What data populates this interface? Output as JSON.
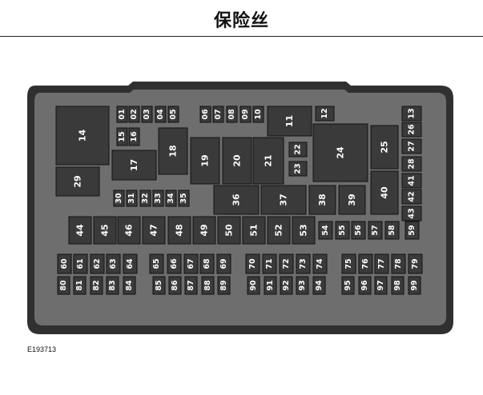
{
  "page": {
    "title": "保险丝",
    "figure_id": "E193713"
  },
  "colors": {
    "housing_outer": "#303030",
    "housing_panel": "#6e6e6e",
    "fuse_fill": "#3a3a3a",
    "fuse_stroke": "#111111",
    "label_text": "#ffffff"
  },
  "fuses": [
    {
      "id": "fuse-01",
      "label": "01",
      "size": "small"
    },
    {
      "id": "fuse-02",
      "label": "02",
      "size": "small"
    },
    {
      "id": "fuse-03",
      "label": "03",
      "size": "small"
    },
    {
      "id": "fuse-04",
      "label": "04",
      "size": "small"
    },
    {
      "id": "fuse-05",
      "label": "05",
      "size": "small"
    },
    {
      "id": "fuse-06",
      "label": "06",
      "size": "small"
    },
    {
      "id": "fuse-07",
      "label": "07",
      "size": "small"
    },
    {
      "id": "fuse-08",
      "label": "08",
      "size": "small"
    },
    {
      "id": "fuse-09",
      "label": "09",
      "size": "small"
    },
    {
      "id": "fuse-10",
      "label": "10",
      "size": "small"
    },
    {
      "id": "relay-11",
      "label": "11",
      "size": "relay"
    },
    {
      "id": "fuse-12",
      "label": "12",
      "size": "small"
    },
    {
      "id": "fuse-13",
      "label": "13",
      "size": "small"
    },
    {
      "id": "relay-14",
      "label": "14",
      "size": "relay"
    },
    {
      "id": "fuse-15",
      "label": "15",
      "size": "small"
    },
    {
      "id": "fuse-16",
      "label": "16",
      "size": "small"
    },
    {
      "id": "relay-17",
      "label": "17",
      "size": "relay"
    },
    {
      "id": "relay-18",
      "label": "18",
      "size": "relay"
    },
    {
      "id": "relay-19",
      "label": "19",
      "size": "relay"
    },
    {
      "id": "relay-20",
      "label": "20",
      "size": "relay"
    },
    {
      "id": "relay-21",
      "label": "21",
      "size": "relay"
    },
    {
      "id": "fuse-22",
      "label": "22",
      "size": "small"
    },
    {
      "id": "fuse-23",
      "label": "23",
      "size": "small"
    },
    {
      "id": "relay-24",
      "label": "24",
      "size": "relay"
    },
    {
      "id": "relay-25",
      "label": "25",
      "size": "relay"
    },
    {
      "id": "fuse-26",
      "label": "26",
      "size": "small"
    },
    {
      "id": "fuse-27",
      "label": "27",
      "size": "small"
    },
    {
      "id": "fuse-28",
      "label": "28",
      "size": "small"
    },
    {
      "id": "relay-29",
      "label": "29",
      "size": "relay"
    },
    {
      "id": "fuse-30",
      "label": "30",
      "size": "small"
    },
    {
      "id": "fuse-31",
      "label": "31",
      "size": "small"
    },
    {
      "id": "fuse-32",
      "label": "32",
      "size": "small"
    },
    {
      "id": "fuse-33",
      "label": "33",
      "size": "small"
    },
    {
      "id": "fuse-34",
      "label": "34",
      "size": "small"
    },
    {
      "id": "fuse-35",
      "label": "35",
      "size": "small"
    },
    {
      "id": "relay-36",
      "label": "36",
      "size": "relay"
    },
    {
      "id": "relay-37",
      "label": "37",
      "size": "relay"
    },
    {
      "id": "fuse-38",
      "label": "38",
      "size": "large"
    },
    {
      "id": "fuse-39",
      "label": "39",
      "size": "large"
    },
    {
      "id": "relay-40",
      "label": "40",
      "size": "relay"
    },
    {
      "id": "fuse-41",
      "label": "41",
      "size": "small"
    },
    {
      "id": "fuse-42",
      "label": "42",
      "size": "small"
    },
    {
      "id": "fuse-43",
      "label": "43",
      "size": "small"
    },
    {
      "id": "fuse-44",
      "label": "44",
      "size": "large"
    },
    {
      "id": "fuse-45",
      "label": "45",
      "size": "large"
    },
    {
      "id": "fuse-46",
      "label": "46",
      "size": "large"
    },
    {
      "id": "fuse-47",
      "label": "47",
      "size": "large"
    },
    {
      "id": "fuse-48",
      "label": "48",
      "size": "large"
    },
    {
      "id": "fuse-49",
      "label": "49",
      "size": "large"
    },
    {
      "id": "fuse-50",
      "label": "50",
      "size": "large"
    },
    {
      "id": "fuse-51",
      "label": "51",
      "size": "large"
    },
    {
      "id": "fuse-52",
      "label": "52",
      "size": "large"
    },
    {
      "id": "fuse-53",
      "label": "53",
      "size": "large"
    },
    {
      "id": "fuse-54",
      "label": "54",
      "size": "small"
    },
    {
      "id": "fuse-55",
      "label": "55",
      "size": "small"
    },
    {
      "id": "fuse-56",
      "label": "56",
      "size": "small"
    },
    {
      "id": "fuse-57",
      "label": "57",
      "size": "small"
    },
    {
      "id": "fuse-58",
      "label": "58",
      "size": "small"
    },
    {
      "id": "fuse-59",
      "label": "59",
      "size": "small"
    },
    {
      "id": "fuse-60",
      "label": "60",
      "size": "small"
    },
    {
      "id": "fuse-61",
      "label": "61",
      "size": "small"
    },
    {
      "id": "fuse-62",
      "label": "62",
      "size": "small"
    },
    {
      "id": "fuse-63",
      "label": "63",
      "size": "small"
    },
    {
      "id": "fuse-64",
      "label": "64",
      "size": "small"
    },
    {
      "id": "fuse-65",
      "label": "65",
      "size": "small"
    },
    {
      "id": "fuse-66",
      "label": "66",
      "size": "small"
    },
    {
      "id": "fuse-67",
      "label": "67",
      "size": "small"
    },
    {
      "id": "fuse-68",
      "label": "68",
      "size": "small"
    },
    {
      "id": "fuse-69",
      "label": "69",
      "size": "small"
    },
    {
      "id": "fuse-70",
      "label": "70",
      "size": "small"
    },
    {
      "id": "fuse-71",
      "label": "71",
      "size": "small"
    },
    {
      "id": "fuse-72",
      "label": "72",
      "size": "small"
    },
    {
      "id": "fuse-73",
      "label": "73",
      "size": "small"
    },
    {
      "id": "fuse-74",
      "label": "74",
      "size": "small"
    },
    {
      "id": "fuse-75",
      "label": "75",
      "size": "small"
    },
    {
      "id": "fuse-76",
      "label": "76",
      "size": "small"
    },
    {
      "id": "fuse-77",
      "label": "77",
      "size": "small"
    },
    {
      "id": "fuse-78",
      "label": "78",
      "size": "small"
    },
    {
      "id": "fuse-79",
      "label": "79",
      "size": "small"
    },
    {
      "id": "fuse-80",
      "label": "80",
      "size": "small"
    },
    {
      "id": "fuse-81",
      "label": "81",
      "size": "small"
    },
    {
      "id": "fuse-82",
      "label": "82",
      "size": "small"
    },
    {
      "id": "fuse-83",
      "label": "83",
      "size": "small"
    },
    {
      "id": "fuse-84",
      "label": "84",
      "size": "small"
    },
    {
      "id": "fuse-85",
      "label": "85",
      "size": "small"
    },
    {
      "id": "fuse-86",
      "label": "86",
      "size": "small"
    },
    {
      "id": "fuse-87",
      "label": "87",
      "size": "small"
    },
    {
      "id": "fuse-88",
      "label": "88",
      "size": "small"
    },
    {
      "id": "fuse-89",
      "label": "89",
      "size": "small"
    },
    {
      "id": "fuse-90",
      "label": "90",
      "size": "small"
    },
    {
      "id": "fuse-91",
      "label": "91",
      "size": "small"
    },
    {
      "id": "fuse-92",
      "label": "92",
      "size": "small"
    },
    {
      "id": "fuse-93",
      "label": "93",
      "size": "small"
    },
    {
      "id": "fuse-94",
      "label": "94",
      "size": "small"
    },
    {
      "id": "fuse-95",
      "label": "95",
      "size": "small"
    },
    {
      "id": "fuse-96",
      "label": "96",
      "size": "small"
    },
    {
      "id": "fuse-97",
      "label": "97",
      "size": "small"
    },
    {
      "id": "fuse-98",
      "label": "98",
      "size": "small"
    },
    {
      "id": "fuse-99",
      "label": "99",
      "size": "small"
    }
  ]
}
